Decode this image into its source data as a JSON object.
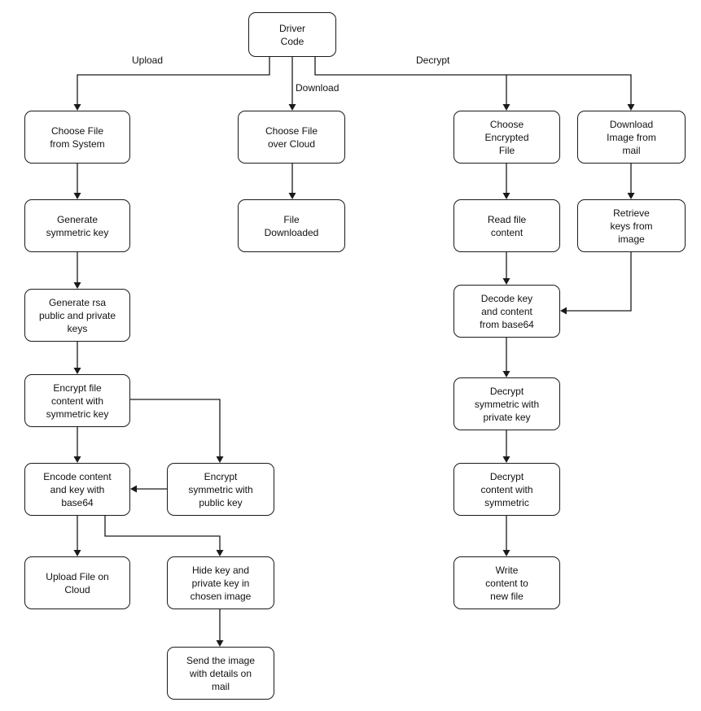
{
  "nodes": {
    "driver_code": "Driver\nCode",
    "choose_file_system": "Choose File\nfrom System",
    "generate_symmetric_key": "Generate\nsymmetric key",
    "generate_rsa_keys": "Generate rsa\npublic and private\nkeys",
    "encrypt_file_content": "Encrypt file\ncontent with\nsymmetric key",
    "encode_content_key": "Encode content\nand key with\nbase64",
    "encrypt_symmetric_public": "Encrypt\nsymmetric with\npublic key",
    "upload_file_cloud": "Upload File on\nCloud",
    "hide_key_image": "Hide key and\nprivate key in\nchosen image",
    "send_image_mail": "Send the image\nwith details on\nmail",
    "choose_file_cloud": "Choose File\nover Cloud",
    "file_downloaded": "File\nDownloaded",
    "choose_encrypted_file": "Choose\nEncrypted\nFile",
    "download_image_mail": "Download\nImage from\nmail",
    "read_file_content": "Read file\ncontent",
    "retrieve_keys_image": "Retrieve\nkeys from\nimage",
    "decode_key_content": "Decode key\nand content\nfrom base64",
    "decrypt_symmetric_private": "Decrypt\nsymmetric with\nprivate key",
    "decrypt_content_symmetric": "Decrypt\ncontent with\nsymmetric",
    "write_content_file": "Write\ncontent to\nnew file"
  },
  "edge_labels": {
    "upload": "Upload",
    "download": "Download",
    "decrypt": "Decrypt"
  }
}
